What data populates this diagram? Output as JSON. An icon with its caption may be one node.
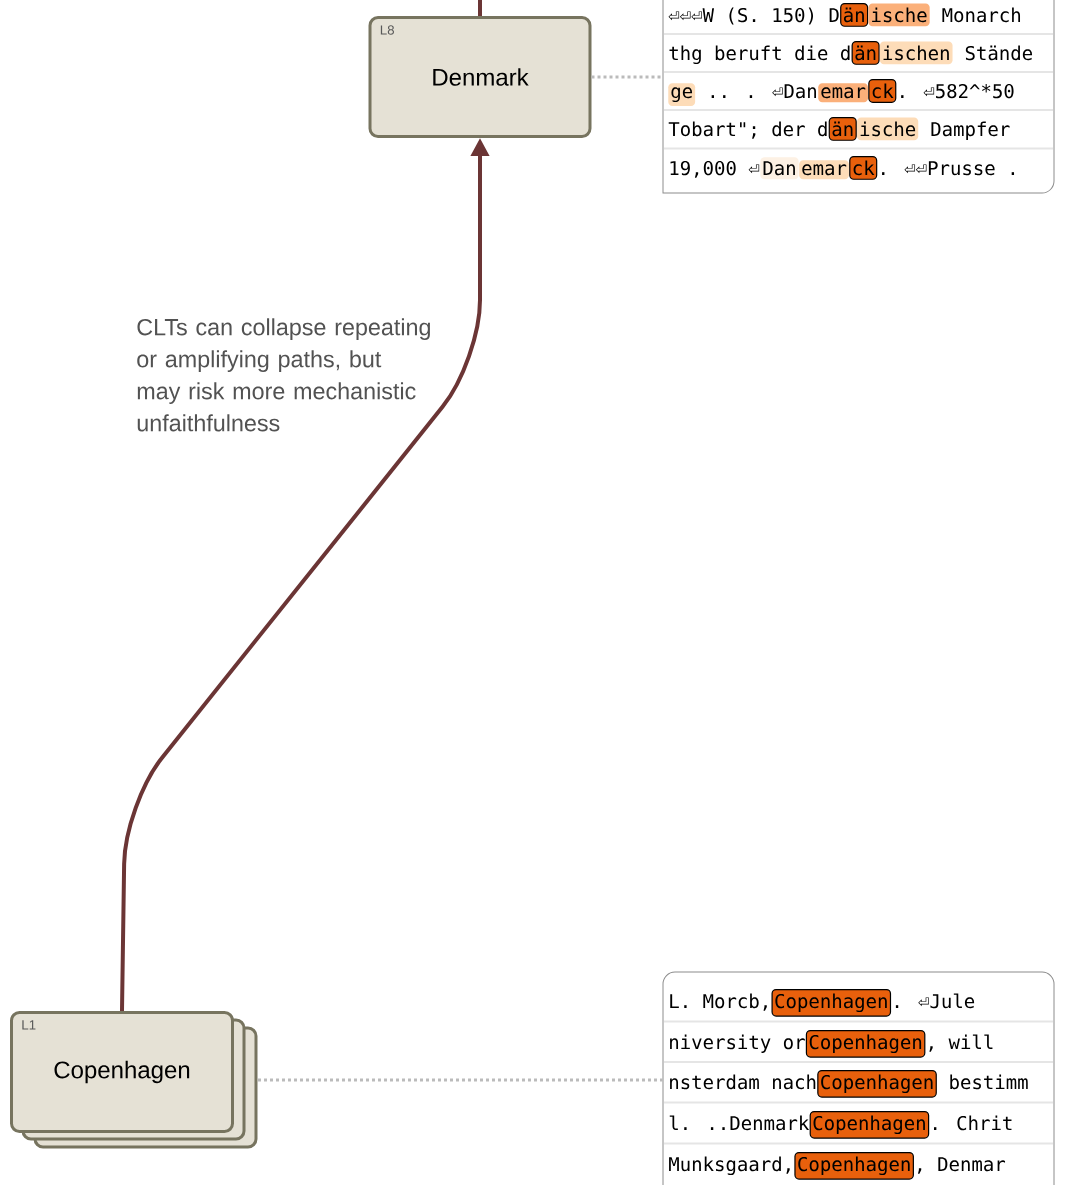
{
  "diagram": {
    "nodes": [
      {
        "text": [
          "L8",
          "Denmark"
        ]
      },
      {
        "text": [
          "L1",
          "Copenhagen"
        ]
      },
      {
        "text": [
          "⏎⏎⏎W (S. 150) D",
          "än",
          "ische",
          "Monarch",
          "thg beruft die d",
          "än",
          "ischen",
          "Stände",
          "ge",
          ".. . ⏎Dan",
          "emar",
          "ck",
          ". ⏎582^*50",
          "Tobart\"; der d",
          "än",
          "ische",
          "Dampfer",
          "19,000 ⏎",
          "Dan",
          "emar",
          "ck",
          ". ⏎⏎Prusse ."
        ]
      },
      {
        "text": [
          "L. Morcb,",
          "Copenhagen",
          ". ⏎Jule",
          "niversity or",
          "Copenhagen",
          ", will",
          "nsterdam nach",
          "Copenhagen",
          "bestimm",
          "l. ..Denmark",
          "Copenhagen",
          ". Chrit",
          "Munksgaard,",
          "Copenhagen",
          ", Denmar"
        ]
      }
    ],
    "edges": [
      {
        "from": 1,
        "to": 0,
        "arrow": "to",
        "label": "CLTs can collapse repeating or amplifying paths, but may risk more mechanistic unfaithfulness"
      },
      {
        "from": null,
        "to": 0,
        "arrow": "none"
      },
      {
        "from": 0,
        "to": 2,
        "arrow": "none",
        "style": "dashed",
        "color": "#bbbbbb"
      },
      {
        "from": 1,
        "to": 3,
        "arrow": "none",
        "style": "dashed",
        "color": "#bbbbbb"
      }
    ]
  }
}
